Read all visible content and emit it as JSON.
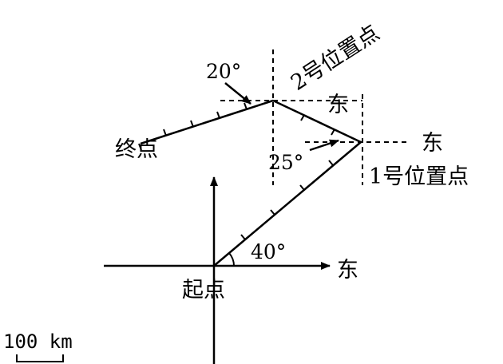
{
  "labels": {
    "start": "起点",
    "end": "终点",
    "pos1": "1号位置点",
    "pos2": "2号位置点",
    "east_origin": "东",
    "east_pos1": "东",
    "east_pos2": "东"
  },
  "angles": {
    "a40": "40°",
    "a25": "25°",
    "a20": "20°"
  },
  "scale_label": "100 km"
}
